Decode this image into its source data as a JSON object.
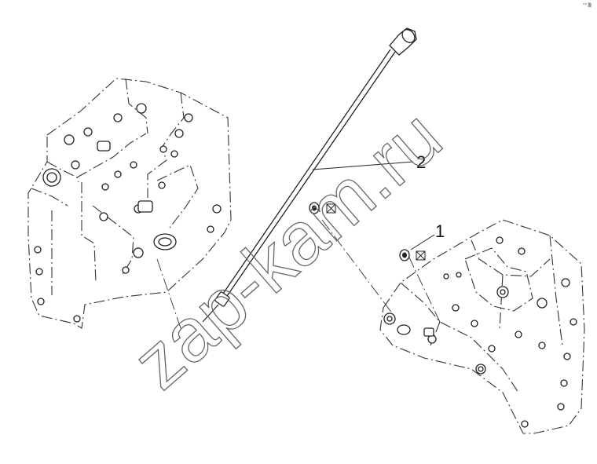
{
  "diagram": {
    "callouts": [
      {
        "label": "1"
      },
      {
        "label": "2"
      }
    ],
    "watermark": "zap-kam.ru",
    "corner_code": "°° ▒"
  }
}
